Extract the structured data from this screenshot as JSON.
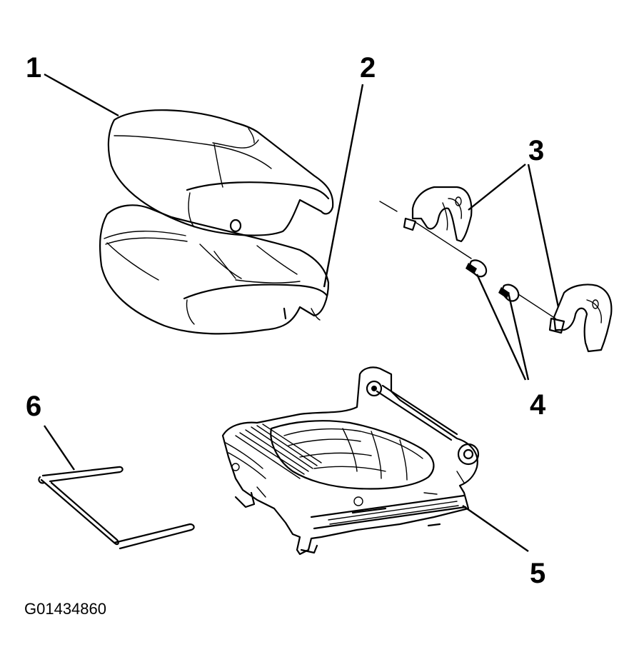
{
  "callouts": {
    "c1": "1",
    "c2": "2",
    "c3": "3",
    "c4": "4",
    "c5": "5",
    "c6": "6"
  },
  "figure_id": "G01434860"
}
